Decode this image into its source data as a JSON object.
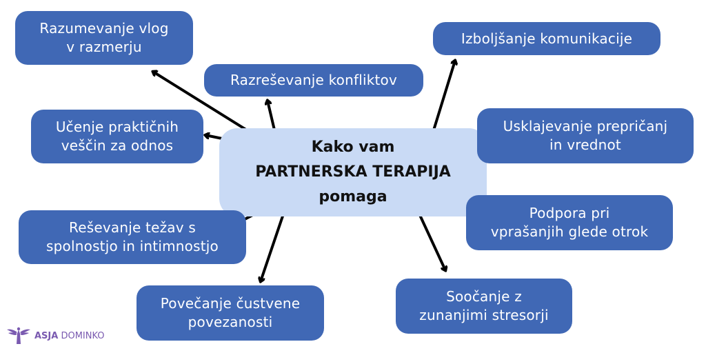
{
  "center": {
    "line1": "Kako vam",
    "line2": "PARTNERSKA TERAPIJA",
    "line3": "pomaga"
  },
  "nodes": [
    {
      "lines": [
        "Razumevanje vlog",
        "v razmerju"
      ]
    },
    {
      "lines": [
        "Razreševanje konfliktov"
      ]
    },
    {
      "lines": [
        "Učenje praktičnih",
        "veščin za odnos"
      ]
    },
    {
      "lines": [
        "Reševanje težav s",
        "spolnostjo in intimnostjo"
      ]
    },
    {
      "lines": [
        "Povečanje čustvene",
        "povezanosti"
      ]
    },
    {
      "lines": [
        "Izboljšanje komunikacije"
      ]
    },
    {
      "lines": [
        "Usklajevanje prepričanj",
        "in vrednot"
      ]
    },
    {
      "lines": [
        "Podpora pri",
        "vprašanjih glede otrok"
      ]
    },
    {
      "lines": [
        "Soočanje z",
        "zunanjimi stresorji"
      ]
    }
  ],
  "logo": {
    "icon": "angel-wings-icon",
    "bold": "ASJA",
    "regular": "DOMINKO"
  },
  "colors": {
    "node_bg": "#4068b5",
    "center_bg": "#c9daf5",
    "arrow": "#000000",
    "logo": "#7a5ab0"
  }
}
